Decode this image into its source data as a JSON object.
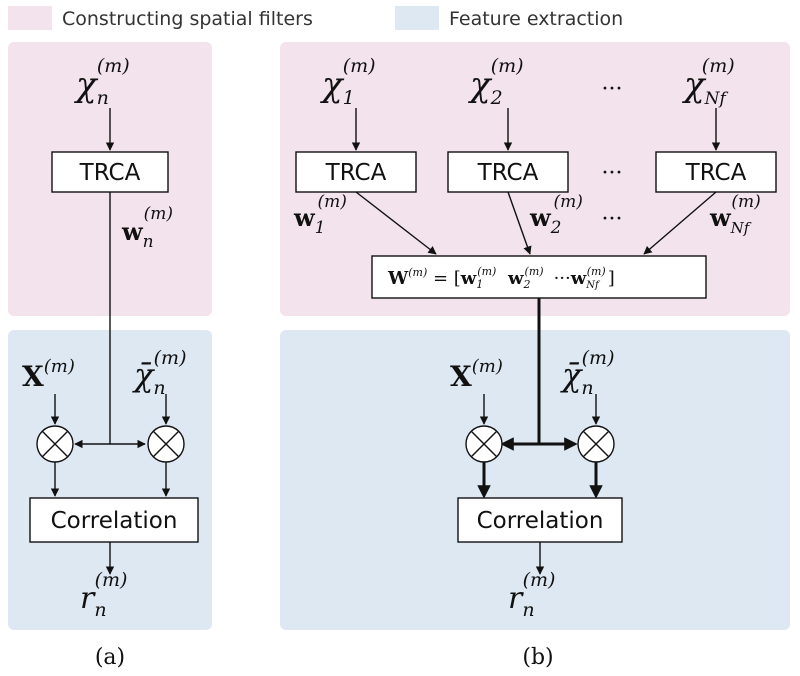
{
  "legend": {
    "filters_label": "Constructing spatial filters",
    "features_label": "Feature extraction"
  },
  "colors": {
    "filters_bg": "#f3e3ec",
    "features_bg": "#dde8f3",
    "ink": "#111111"
  },
  "panel_a": {
    "caption": "(a)",
    "input": {
      "sym": "χ",
      "sub": "n",
      "sup": "(m)"
    },
    "trca_label": "TRCA",
    "weight": {
      "sym": "w",
      "sub": "n",
      "sup": "(m)"
    },
    "signal": {
      "sym": "X",
      "sup": "(m)"
    },
    "template": {
      "sym": "χ̄",
      "sub": "n",
      "sup": "(m)"
    },
    "correlation_label": "Correlation",
    "output": {
      "sym": "r",
      "sub": "n",
      "sup": "(m)"
    }
  },
  "panel_b": {
    "caption": "(b)",
    "inputs": [
      {
        "sym": "χ",
        "sub": "1",
        "sup": "(m)"
      },
      {
        "sym": "χ",
        "sub": "2",
        "sup": "(m)"
      },
      {
        "sym": "χ",
        "sub": "Nf",
        "sup": "(m)"
      }
    ],
    "ellipsis": "···",
    "trca_labels": [
      "TRCA",
      "TRCA",
      "TRCA"
    ],
    "weights": [
      {
        "sym": "w",
        "sub": "1",
        "sup": "(m)"
      },
      {
        "sym": "w",
        "sub": "2",
        "sup": "(m)"
      },
      {
        "sym": "w",
        "sub": "Nf",
        "sup": "(m)"
      }
    ],
    "matrix": {
      "lhs": "W",
      "lhs_sup": "(m)",
      "eq": " = [",
      "w": "w",
      "sub1": "1",
      "sub2": "2",
      "subN": "Nf",
      "sup": "(m)",
      "cdots": "···",
      "close": "]"
    },
    "signal": {
      "sym": "X",
      "sup": "(m)"
    },
    "template": {
      "sym": "χ̄",
      "sub": "n",
      "sup": "(m)"
    },
    "correlation_label": "Correlation",
    "output": {
      "sym": "r",
      "sub": "n",
      "sup": "(m)"
    }
  }
}
